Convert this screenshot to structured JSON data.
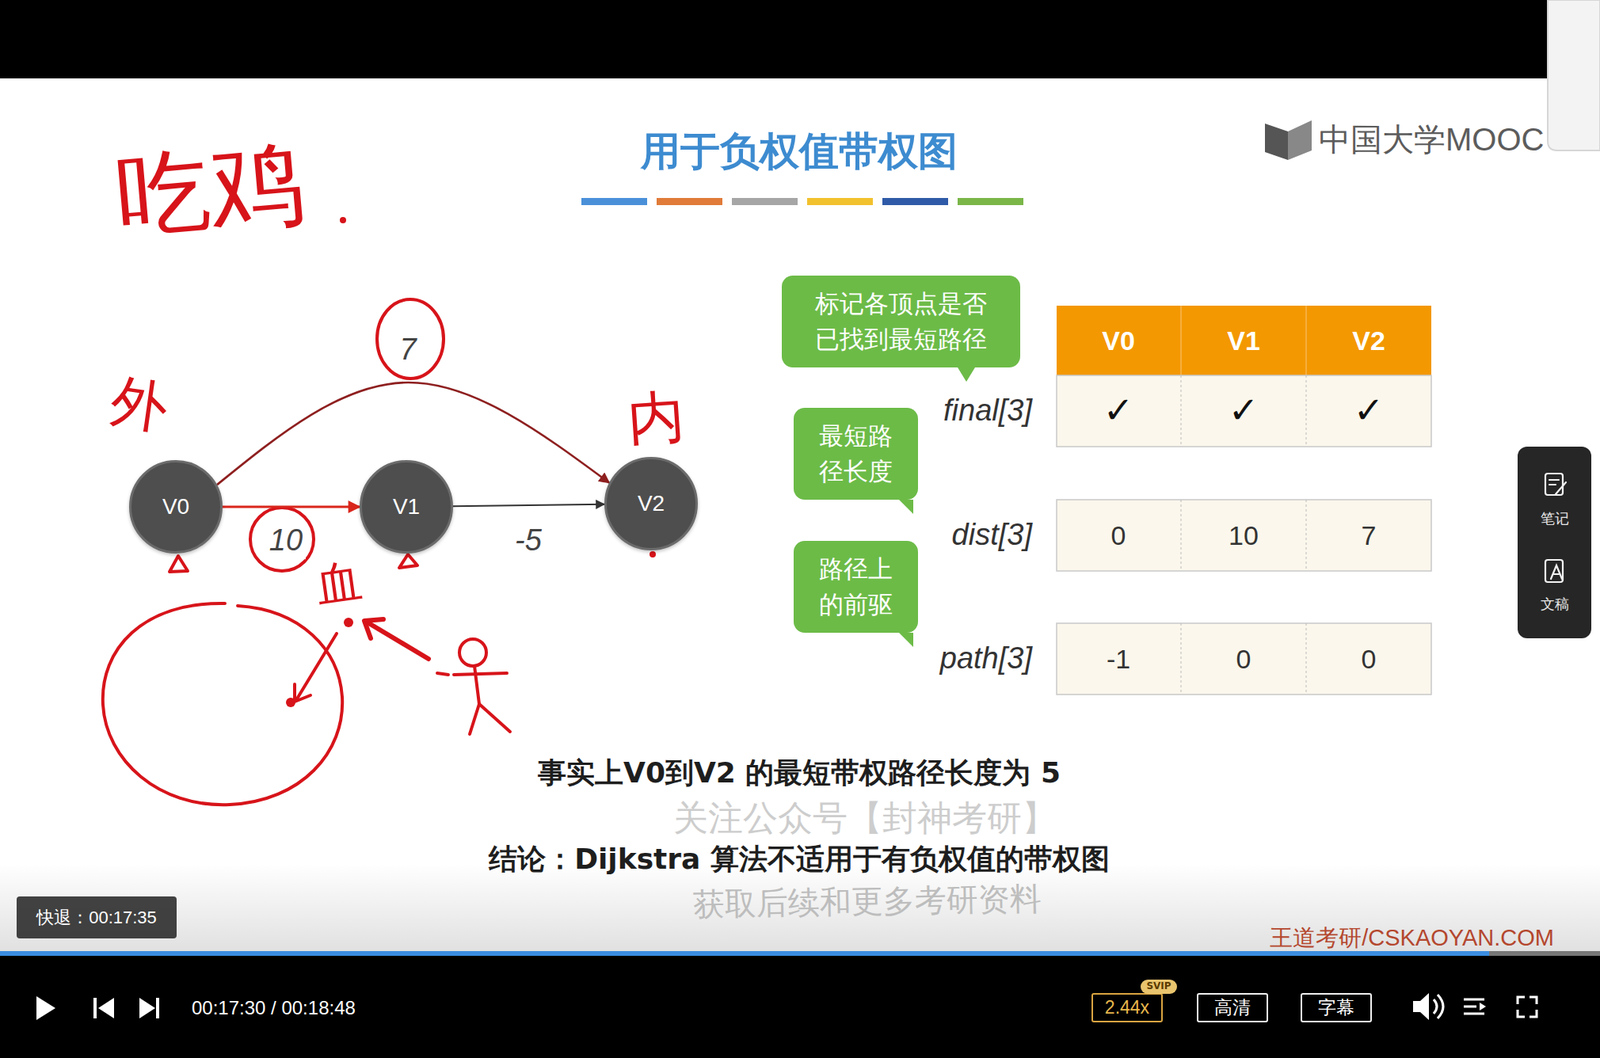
{
  "diagram": {
    "title": "用于负权值带权图",
    "nodes": [
      {
        "text": [
          "V0"
        ]
      },
      {
        "text": [
          "V1"
        ]
      },
      {
        "text": [
          "V2"
        ]
      },
      {
        "text": [
          "标记各顶点是否已找到最短路径"
        ]
      },
      {
        "text": [
          "最短路径长度"
        ]
      },
      {
        "text": [
          "路径上的前驱"
        ]
      },
      {
        "text": [
          "笔记",
          "文稿"
        ]
      },
      {
        "text": [
          "快退：00:17:35"
        ]
      },
      {
        "text": [
          "2.44x"
        ]
      },
      {
        "text": [
          "SVIP"
        ]
      },
      {
        "text": [
          "高清"
        ]
      },
      {
        "text": [
          "字幕"
        ]
      }
    ],
    "edges": [
      {
        "from": 0,
        "to": 1,
        "label": "10",
        "arrow": "to"
      },
      {
        "from": 1,
        "to": 2,
        "label": "-5",
        "arrow": "to"
      },
      {
        "from": 0,
        "to": 2,
        "label": "7",
        "arrow": "to"
      }
    ],
    "labels": [
      "中国大学MOOC",
      "吃鸡",
      "外",
      "内",
      "血",
      "V0",
      "V1",
      "V2",
      "final[3]",
      "✓",
      "✓",
      "✓",
      "dist[3]",
      "0",
      "10",
      "7",
      "path[3]",
      "-1",
      "0",
      "0",
      "事实上V0到V2 的最短带权路径长度为 5",
      "关注公众号【封神考研】",
      "结论：Dijkstra 算法不适用于有负权值的带权图",
      "获取后续和更多考研资料",
      "王道考研/CSKAOYAN.COM",
      "00:17:30 / 00:18:48"
    ]
  }
}
